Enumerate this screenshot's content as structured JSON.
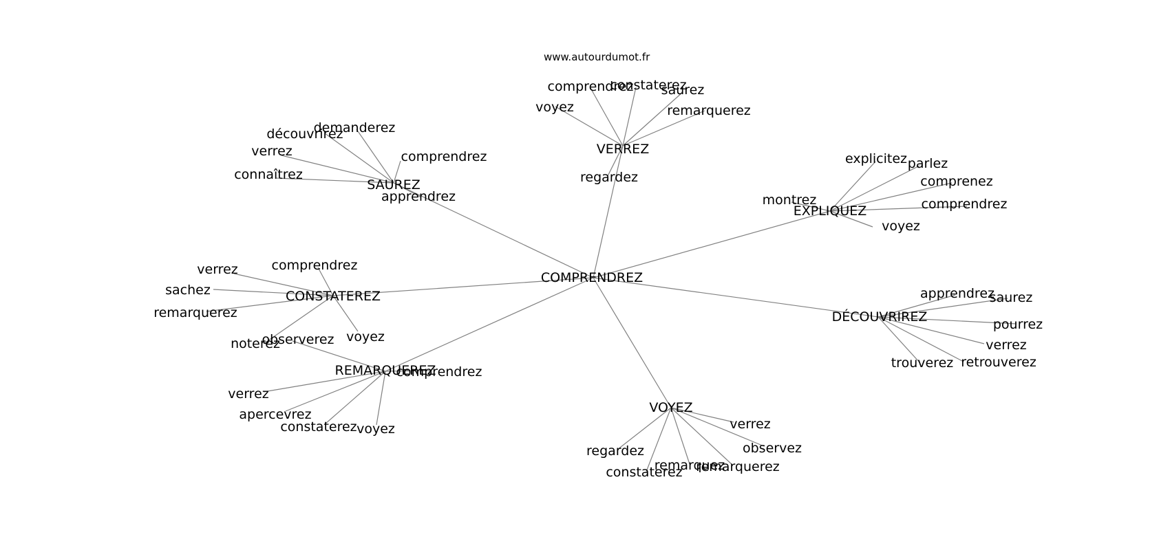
{
  "site_label": "www.autourdumot.fr",
  "center": "COMPRENDREZ",
  "clusters": [
    {
      "hub": "VERREZ",
      "leaves": [
        "comprendrez",
        "constaterez",
        "saurez",
        "voyez",
        "remarquerez",
        "regardez"
      ]
    },
    {
      "hub": "SAUREZ",
      "leaves": [
        "demanderez",
        "découvrirez",
        "verrez",
        "comprendrez",
        "connaîtrez",
        "apprendrez"
      ]
    },
    {
      "hub": "EXPLIQUEZ",
      "leaves": [
        "explicitez",
        "parlez",
        "comprenez",
        "montrez",
        "comprendrez",
        "voyez"
      ]
    },
    {
      "hub": "CONSTATEREZ",
      "leaves": [
        "comprendrez",
        "verrez",
        "sachez",
        "remarquerez",
        "noterez",
        "voyez"
      ]
    },
    {
      "hub": "DÉCOUVRIREZ",
      "leaves": [
        "apprendrez",
        "saurez",
        "pourrez",
        "verrez",
        "trouverez",
        "retrouverez"
      ]
    },
    {
      "hub": "REMARQUEREZ",
      "leaves": [
        "observerez",
        "comprendrez",
        "verrez",
        "apercevrez",
        "constaterez",
        "voyez"
      ]
    },
    {
      "hub": "VOYEZ",
      "leaves": [
        "verrez",
        "observez",
        "regardez",
        "remarquez",
        "remarquerez",
        "constaterez"
      ]
    }
  ]
}
